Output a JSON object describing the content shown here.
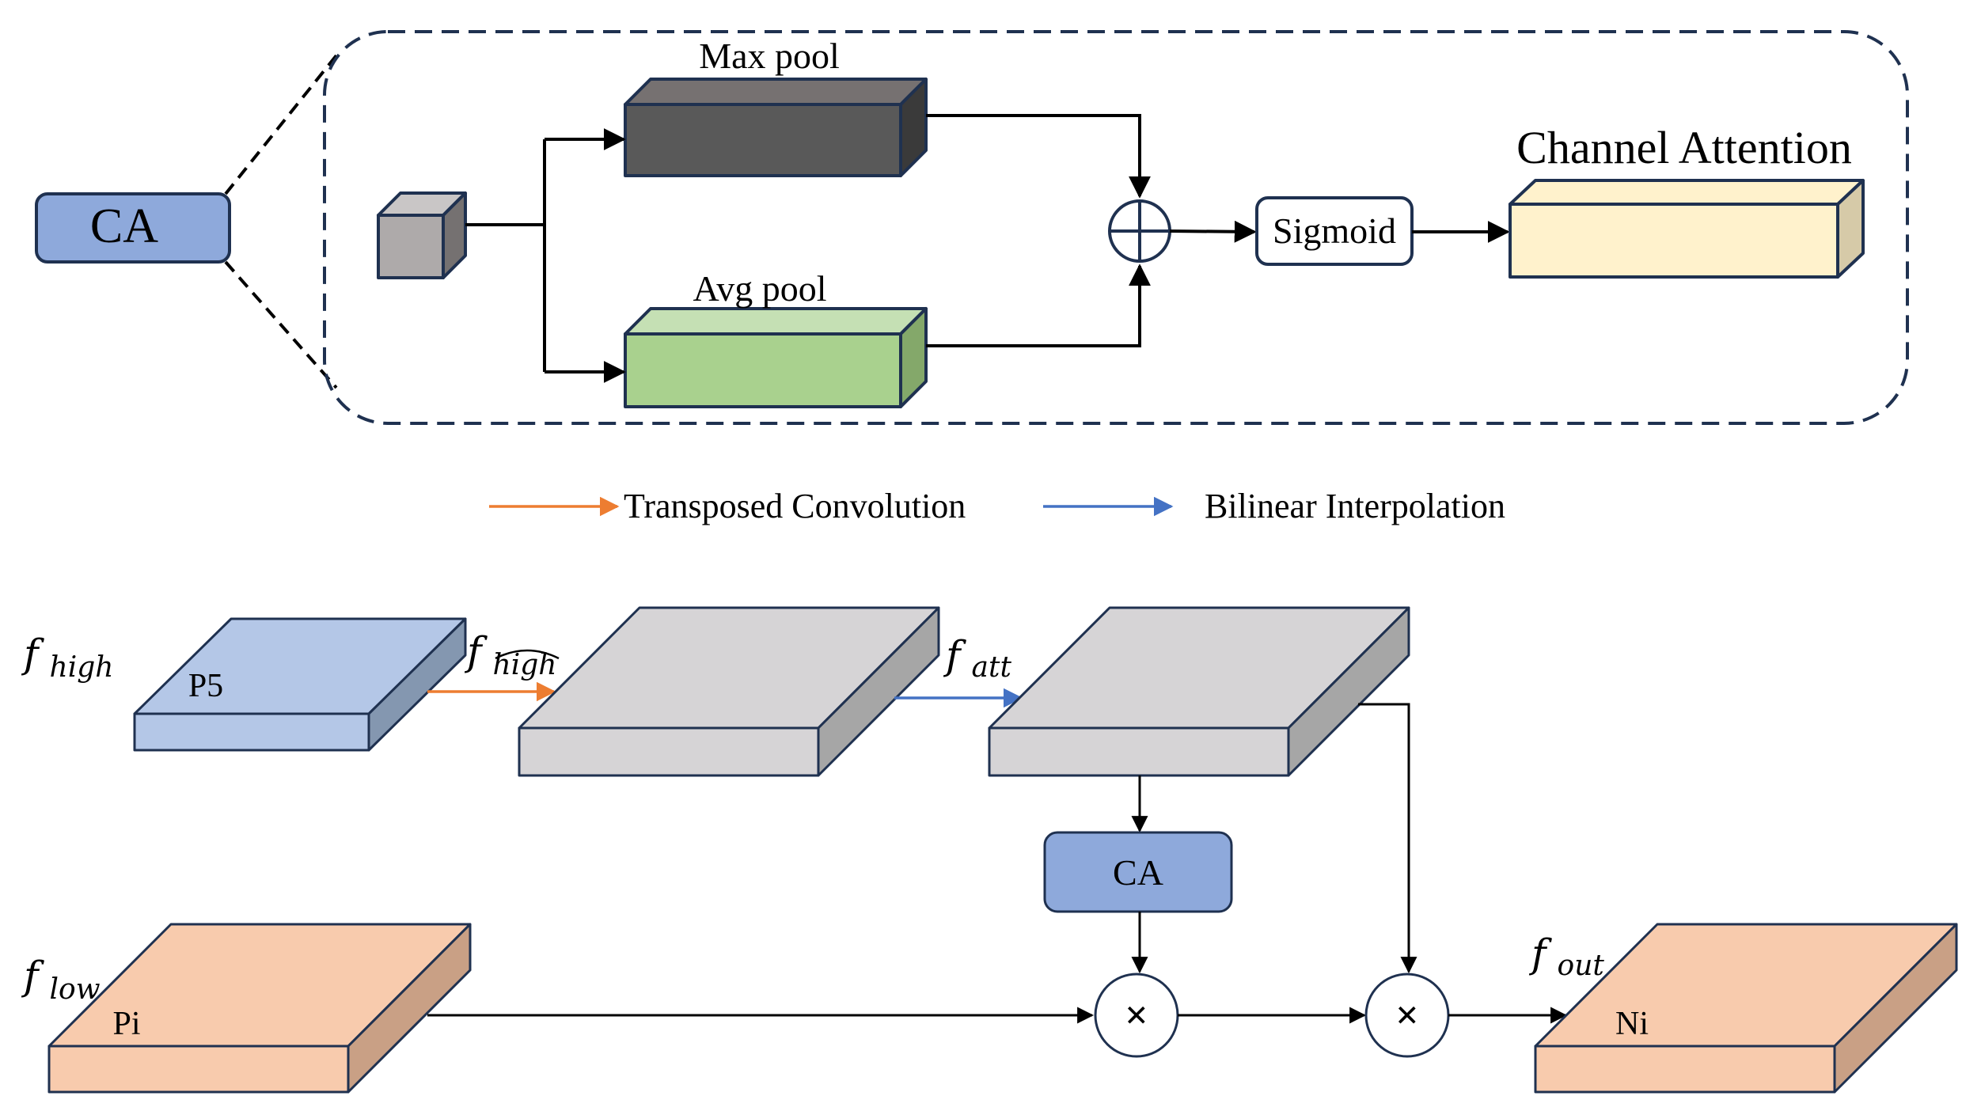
{
  "top_module": {
    "ca_block_label": "CA",
    "max_pool_label": "Max pool",
    "avg_pool_label": "Avg pool",
    "sigmoid_label": "Sigmoid",
    "output_label": "Channel Attention"
  },
  "legend": {
    "orange_label": "Transposed Convolution",
    "blue_label": "Bilinear Interpolation",
    "orange_color": "#ED7D31",
    "blue_color": "#4472C4"
  },
  "bottom_module": {
    "f_high": {
      "base": "f",
      "sub": "high"
    },
    "f_high_hat": {
      "base": "f",
      "sub": "high"
    },
    "f_att": {
      "base": "f",
      "sub": "att"
    },
    "f_low": {
      "base": "f",
      "sub": "low"
    },
    "f_out": {
      "base": "f",
      "sub": "out"
    },
    "p5_label": "P5",
    "pi_label": "Pi",
    "ni_label": "Ni",
    "ca_label": "CA",
    "multiply_symbol": "×"
  },
  "colors": {
    "ca_fill": "#8EA9DB",
    "max_pool_front": "#595959",
    "avg_pool_front": "#A9D18E",
    "input_cube": "#AEAAAA",
    "channel_attention_front": "#FFF2CC",
    "p5_fill": "#B4C7E7",
    "grey_slab": "#D6D4D6",
    "peach_slab": "#F8CBAD",
    "outline": "#1F3150"
  }
}
